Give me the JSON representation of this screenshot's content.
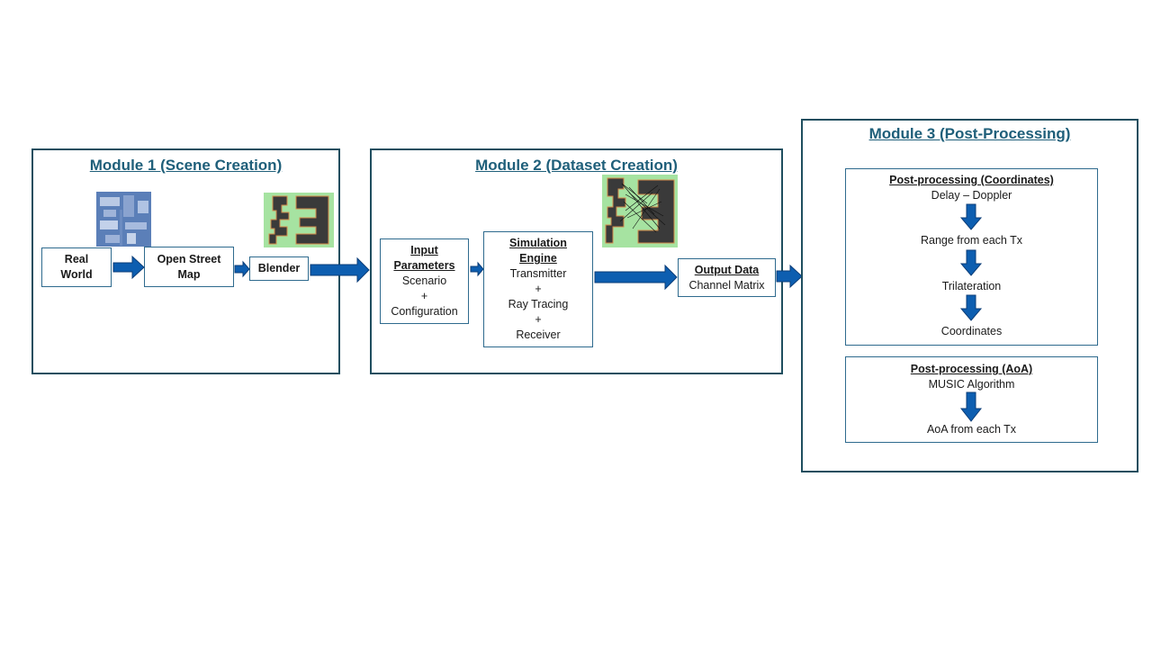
{
  "module1": {
    "title": "Module 1 (Scene Creation)",
    "real_world": [
      "Real",
      "World"
    ],
    "open_street_map": [
      "Open Street",
      "Map"
    ],
    "blender": "Blender"
  },
  "module2": {
    "title": "Module 2 (Dataset Creation)",
    "input": {
      "title_1": "Input",
      "title_2": "Parameters",
      "line1": "Scenario",
      "plus": "+",
      "line2": "Configuration"
    },
    "sim": {
      "title_1": "Simulation",
      "title_2": "Engine",
      "line1": "Transmitter",
      "plus1": "+",
      "line2": "Ray Tracing",
      "plus2": "+",
      "line3": "Receiver"
    },
    "output": {
      "title": "Output Data",
      "line1": "Channel Matrix"
    }
  },
  "module3": {
    "title": "Module 3 (Post-Processing)",
    "coords": {
      "title": "Post-processing (Coordinates)",
      "steps": [
        "Delay – Doppler",
        "Range from each Tx",
        "Trilateration",
        "Coordinates"
      ]
    },
    "aoa": {
      "title": "Post-processing (AoA)",
      "steps": [
        "MUSIC Algorithm",
        "AoA from each Tx"
      ]
    }
  },
  "colors": {
    "border": "#1f4e5f",
    "title": "#1f5f7a",
    "arrow_fill": "#0d5eb0",
    "arrow_stroke": "#0b3d78",
    "map_green": "#a6e3a1",
    "building": "#3a3a3a"
  }
}
